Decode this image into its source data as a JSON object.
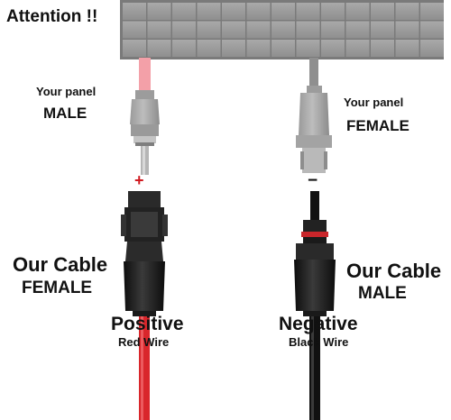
{
  "attention": "Attention !!",
  "panel_male": {
    "line1": "Your panel",
    "line2": "MALE"
  },
  "panel_female": {
    "line1": "Your panel",
    "line2": "FEMALE"
  },
  "cable_female": {
    "line1": "Our Cable",
    "line2": "FEMALE"
  },
  "cable_male": {
    "line1": "Our Cable",
    "line2": "MALE"
  },
  "positive": {
    "title": "Positive",
    "subtitle": "Red Wire",
    "symbol": "+"
  },
  "negative": {
    "title": "Negative",
    "subtitle": "Black Wire",
    "symbol": "−"
  },
  "colors": {
    "red_wire": "#d9262b",
    "pink_panel_wire": "#f3a0a8",
    "black_wire": "#111111",
    "panel_gray": "#8a8a8a",
    "connector_gray": "#a9a9a9",
    "connector_black": "#1c1c1c"
  },
  "icons": [
    "solar-panel-icon",
    "mc4-male-connector-icon",
    "mc4-female-connector-icon"
  ]
}
